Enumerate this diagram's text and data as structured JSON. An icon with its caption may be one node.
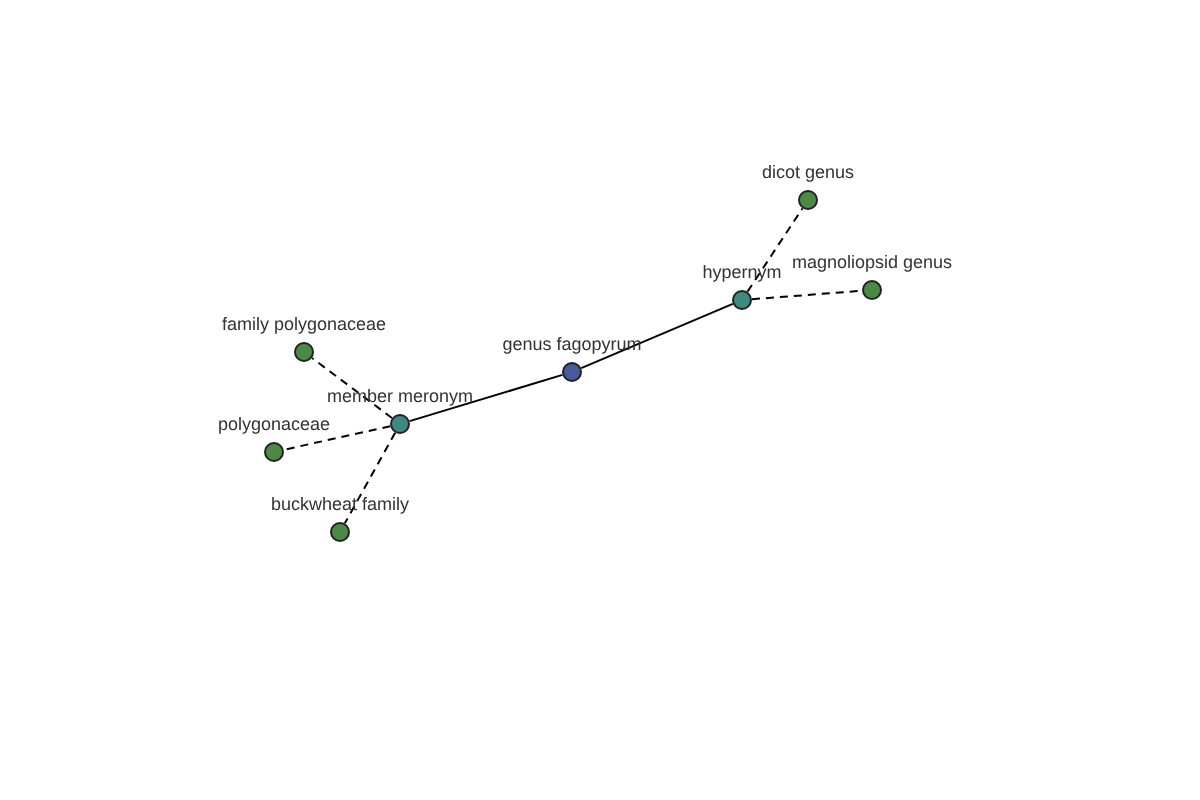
{
  "diagram": {
    "nodes": [
      {
        "text": [
          "genus fagopyrum"
        ]
      },
      {
        "text": [
          "hypernym"
        ]
      },
      {
        "text": [
          "dicot genus"
        ]
      },
      {
        "text": [
          "magnoliopsid genus"
        ]
      },
      {
        "text": [
          "member meronym"
        ]
      },
      {
        "text": [
          "family polygonaceae"
        ]
      },
      {
        "text": [
          "polygonaceae"
        ]
      },
      {
        "text": [
          "buckwheat family"
        ]
      }
    ],
    "edges": [
      {
        "from": 0,
        "to": 1,
        "arrow": "none"
      },
      {
        "from": 1,
        "to": 2,
        "arrow": "none",
        "style": "dashed"
      },
      {
        "from": 1,
        "to": 3,
        "arrow": "none",
        "style": "dashed"
      },
      {
        "from": 0,
        "to": 4,
        "arrow": "none"
      },
      {
        "from": 4,
        "to": 5,
        "arrow": "none",
        "style": "dashed"
      },
      {
        "from": 4,
        "to": 6,
        "arrow": "none",
        "style": "dashed"
      },
      {
        "from": 4,
        "to": 7,
        "arrow": "none",
        "style": "dashed"
      }
    ]
  }
}
